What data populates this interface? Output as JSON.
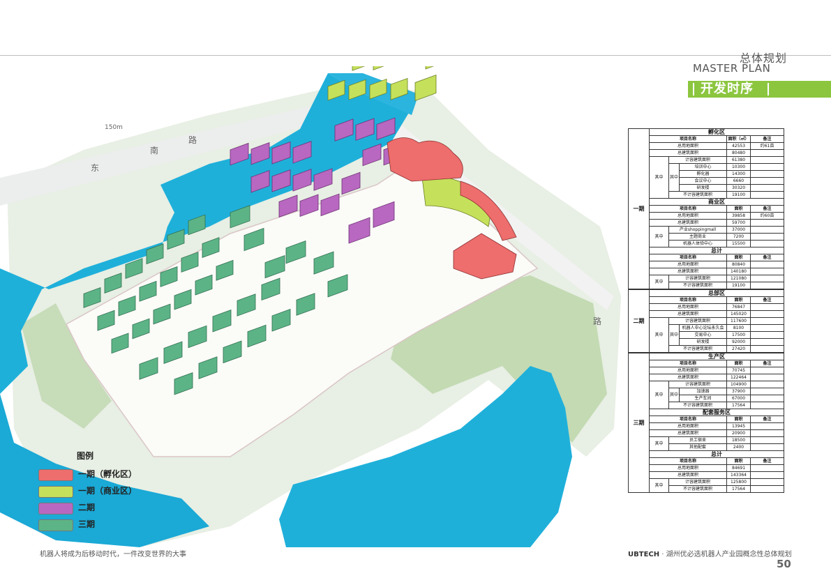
{
  "header": {
    "title_zh": "总体规划",
    "title_en": "MASTER PLAN",
    "section": "开发时序"
  },
  "map_labels": {
    "scale": "150m",
    "road_a": "南",
    "road_b": "路",
    "road_c": "东",
    "road_d": "路"
  },
  "legend": {
    "title": "图例",
    "items": [
      {
        "label": "一期（孵化区）",
        "color": "#ee6d6d"
      },
      {
        "label": "一期（商业区）",
        "color": "#c5e05b"
      },
      {
        "label": "二期",
        "color": "#b868c0"
      },
      {
        "label": "三期",
        "color": "#5cb486"
      }
    ]
  },
  "table": {
    "phase1": "一期",
    "phase2": "二期",
    "phase3": "三期",
    "incubation": {
      "title": "孵化区",
      "head": [
        "项目名称",
        "面积（㎡）",
        "备注"
      ],
      "rows": [
        [
          "总用地面积",
          "42553",
          "约61亩"
        ],
        [
          "总建筑面积",
          "80480",
          ""
        ]
      ],
      "qizhong": "其中",
      "sub": [
        [
          "计容建筑面积",
          "61380"
        ],
        [
          "培训中心",
          "10300"
        ],
        [
          "孵化器",
          "14300"
        ],
        [
          "会议中心",
          "6660"
        ],
        [
          "研发楼",
          "30320"
        ],
        [
          "不计容建筑面积",
          "19100"
        ]
      ]
    },
    "commercial": {
      "title": "商业区",
      "head": [
        "项目名称",
        "面积",
        "备注"
      ],
      "rows": [
        [
          "总用地面积",
          "39858",
          "约60亩"
        ],
        [
          "总建筑面积",
          "59700",
          ""
        ]
      ],
      "qizhong": "其中",
      "sub": [
        [
          "产业shoppingmall",
          "37000"
        ],
        [
          "主题商业",
          "7200"
        ],
        [
          "机器人体验中心",
          "15500"
        ]
      ]
    },
    "total1": {
      "title": "总计",
      "head": [
        "项目名称",
        "面积",
        "备注"
      ],
      "rows": [
        [
          "总用地面积",
          "80840"
        ],
        [
          "总建筑面积",
          "140180"
        ]
      ],
      "qizhong": "其中",
      "sub": [
        [
          "计容建筑面积",
          "121080"
        ],
        [
          "不计容建筑面积",
          "19100"
        ]
      ]
    },
    "hq": {
      "title": "总部区",
      "head": [
        "项目名称",
        "面积",
        "备注"
      ],
      "rows": [
        [
          "总用地面积",
          "76847"
        ],
        [
          "总建筑面积",
          "145020"
        ]
      ],
      "qizhong": "其中",
      "sub": [
        [
          "计容建筑面积",
          "117600"
        ],
        [
          "机器人中心论坛永久会",
          "8100"
        ],
        [
          "交易中心",
          "17500"
        ],
        [
          "研发楼",
          "92000"
        ],
        [
          "不计容建筑面积",
          "27420"
        ]
      ]
    },
    "production": {
      "title": "生产区",
      "head": [
        "项目名称",
        "面积",
        "备注"
      ],
      "rows": [
        [
          "总用地面积",
          "70745"
        ],
        [
          "总建筑面积",
          "122464"
        ]
      ],
      "qizhong": "其中",
      "sub": [
        [
          "计容建筑面积",
          "104900"
        ],
        [
          "加速器",
          "37900"
        ],
        [
          "生产车间",
          "67000"
        ],
        [
          "不计容建筑面积",
          "17564"
        ]
      ]
    },
    "service": {
      "title": "配套服务区",
      "head": [
        "项目名称",
        "面积",
        "备注"
      ],
      "rows": [
        [
          "总用地面积",
          "13945"
        ],
        [
          "总建筑面积",
          "20900"
        ]
      ],
      "qizhong": "其中",
      "sub": [
        [
          "员工宿舍",
          "18500"
        ],
        [
          "其他配套",
          "2400"
        ]
      ]
    },
    "total3": {
      "title": "总计",
      "head": [
        "项目名称",
        "面积",
        "备注"
      ],
      "rows": [
        [
          "总用地面积",
          "84691"
        ],
        [
          "总建筑面积",
          "143364"
        ]
      ],
      "qizhong": "其中",
      "sub": [
        [
          "计容建筑面积",
          "125800"
        ],
        [
          "不计容建筑面积",
          "17564"
        ]
      ]
    }
  },
  "footer": {
    "left": "机器人将成为后移动时代，一件改变世界的大事",
    "brand": "UBTECH",
    "sep": " · ",
    "right": "湖州优必选机器人产业园概念性总体规划",
    "page": "50"
  }
}
